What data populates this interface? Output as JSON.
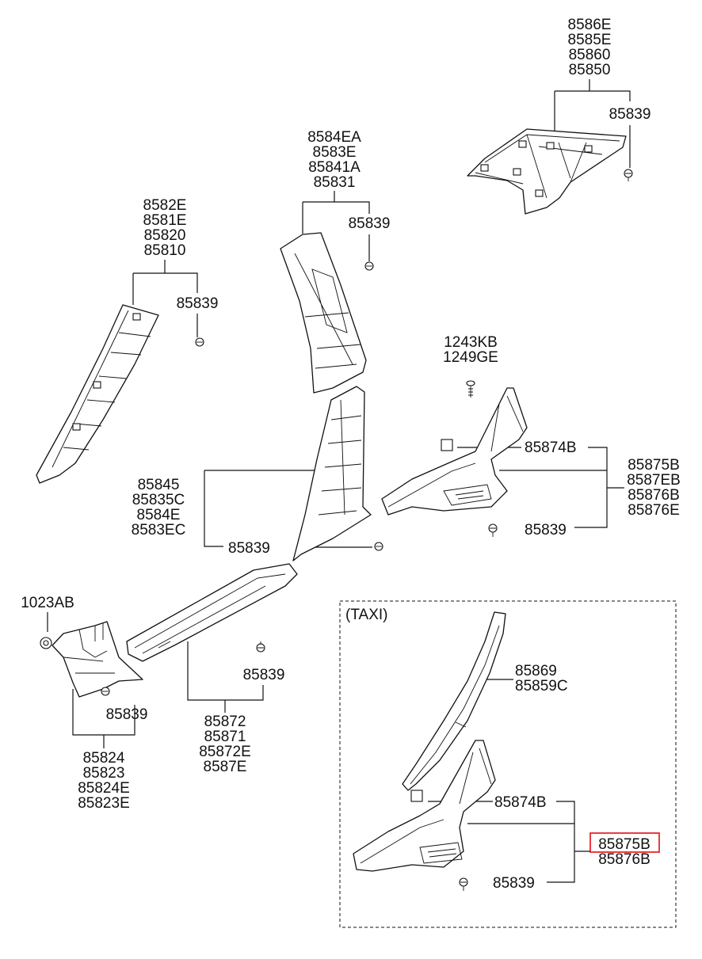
{
  "colors": {
    "line": "#111111",
    "background": "#ffffff",
    "highlight": "#e8262b"
  },
  "groups": {
    "roof_trim": [
      "8586E",
      "8585E",
      "85860",
      "85850"
    ],
    "roof_trim_clip": "85839",
    "a_pillar": [
      "8582E",
      "8581E",
      "85820",
      "85810"
    ],
    "a_pillar_clip": "85839",
    "b_pillar_upper": [
      "8584EA",
      "8583E",
      "85841A",
      "85831"
    ],
    "b_pillar_upper_clip": "85839",
    "screw": [
      "1243KB",
      "1249GE"
    ],
    "b_pillar_lower": [
      "85845",
      "85835C",
      "8584E",
      "8583EC"
    ],
    "b_pillar_lower_clip": "85839",
    "rear_scuff_clip_top": "85874B",
    "rear_scuff": [
      "85875B",
      "8587EB",
      "85876B",
      "85876E"
    ],
    "rear_scuff_clip_bottom": "85839",
    "cowl_nut": "1023AB",
    "cowl_clip": "85839",
    "cowl_trim": [
      "85824",
      "85823",
      "85824E",
      "85823E"
    ],
    "front_scuff_clip": "85839",
    "front_scuff": [
      "85872",
      "85871",
      "85872E",
      "8587E"
    ]
  },
  "taxi": {
    "title": "(TAXI)",
    "pillar": [
      "85869",
      "85859C"
    ],
    "clip_top": "85874B",
    "scuff_highlighted": "85875B",
    "scuff_other": "85876B",
    "clip_bottom": "85839"
  }
}
